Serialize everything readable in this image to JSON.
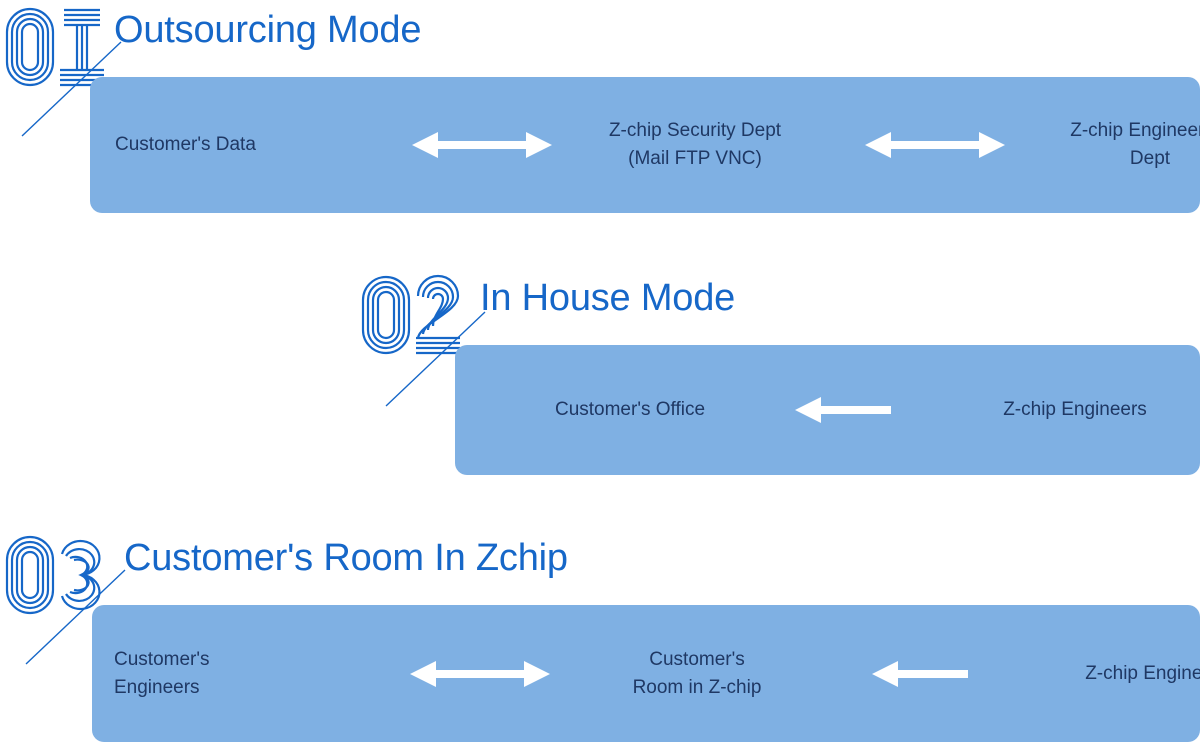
{
  "palette": {
    "band_fill": "#7fb0e3",
    "heading_blue": "#1667c8",
    "body_navy": "#1f3864",
    "arrow_white": "#ffffff",
    "numeral_blue": "#1667c8",
    "page_background": "#ffffff"
  },
  "sections": [
    {
      "number": "01",
      "heading": "Outsourcing Mode",
      "nodes": [
        {
          "label": "Customer's Data"
        },
        {
          "label": "Z-chip Security Dept\n(Mail FTP VNC)"
        },
        {
          "label": "Z-chip Engineering\nDept"
        }
      ],
      "arrows": [
        {
          "icon": "double-arrow-icon",
          "direction": "both"
        },
        {
          "icon": "double-arrow-icon",
          "direction": "both"
        }
      ]
    },
    {
      "number": "02",
      "heading": "In House Mode",
      "nodes": [
        {
          "label": "Customer's Office"
        },
        {
          "label": "Z-chip Engineers"
        }
      ],
      "arrows": [
        {
          "icon": "left-arrow-icon",
          "direction": "left"
        }
      ]
    },
    {
      "number": "03",
      "heading": "Customer's Room In Zchip",
      "nodes": [
        {
          "label": "Customer's\nEngineers"
        },
        {
          "label": "Customer's\nRoom in Z-chip"
        },
        {
          "label": "Z-chip Engineers"
        }
      ],
      "arrows": [
        {
          "icon": "double-arrow-icon",
          "direction": "both"
        },
        {
          "icon": "left-arrow-icon",
          "direction": "left"
        }
      ]
    }
  ]
}
